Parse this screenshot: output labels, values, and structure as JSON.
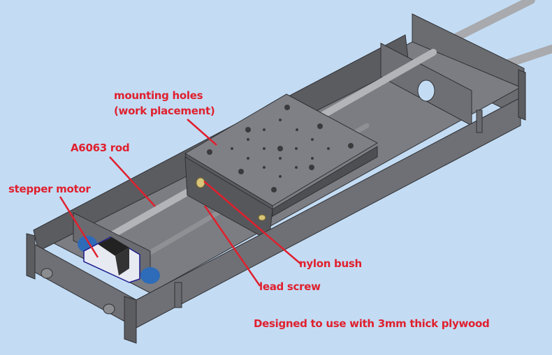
{
  "diagram": {
    "subject": "Linear stage CAD assembly",
    "background_color": "#c3dcf4",
    "annotation_color": "#e0202e",
    "annotations": {
      "mounting_holes_line1": "mounting holes",
      "mounting_holes_line2": "(work placement)",
      "rod": "A6063 rod",
      "motor": "stepper motor",
      "bush": "nylon bush",
      "screw": "lead screw",
      "note": "Designed to use with 3mm thick plywood"
    }
  }
}
